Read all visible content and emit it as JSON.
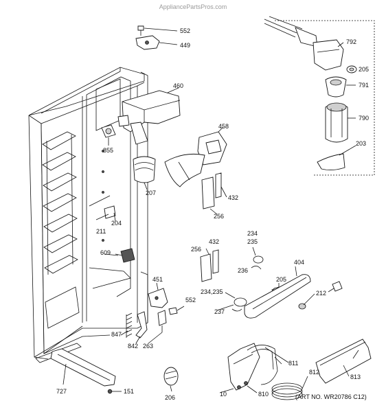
{
  "watermark": "AppliancePartsPros.com",
  "labels": {
    "p552a": "552",
    "p449": "449",
    "p792": "792",
    "p205a": "205",
    "p791": "791",
    "p460": "460",
    "p790": "790",
    "p458": "458",
    "p855": "855",
    "p203": "203",
    "p207": "207",
    "p432a": "432",
    "p256a": "256",
    "p204": "204",
    "p211": "211",
    "p234a": "234",
    "p235a": "235",
    "p609": "609",
    "p256b": "256",
    "p432b": "432",
    "p404": "404",
    "p236": "236",
    "p205b": "205",
    "p451": "451",
    "p552b": "552",
    "p234235": "234,235",
    "p212": "212",
    "p237": "237",
    "p847": "847",
    "p263": "263",
    "p842": "842",
    "p811": "811",
    "p812": "812",
    "p813": "813",
    "p727": "727",
    "p151": "151",
    "p206": "206",
    "p10": "10",
    "p810": "810"
  },
  "art_number": "(ART NO. WR20786 C12)"
}
